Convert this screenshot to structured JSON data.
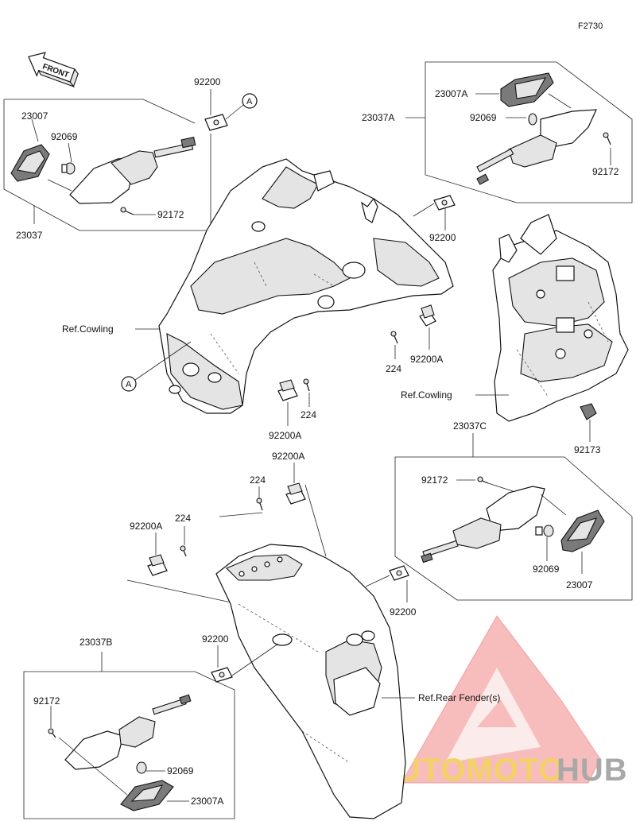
{
  "diagram": {
    "code": "F2730",
    "front_label": "FRONT",
    "callout_a": "A",
    "callouts": {
      "p23007": "23007",
      "p23007A_top": "23007A",
      "p23037": "23037",
      "p23037A": "23037A",
      "p23037B": "23037B",
      "p23037C": "23037C",
      "p23007_right": "23007",
      "p23007A_bottom": "23007A",
      "p92069_tl": "92069",
      "p92069_tr": "92069",
      "p92069_r": "92069",
      "p92069_bl": "92069",
      "p92172_tl": "92172",
      "p92172_tr": "92172",
      "p92172_r": "92172",
      "p92172_bl": "92172",
      "p92200_top": "92200",
      "p92200_tr": "92200",
      "p92200_mr": "92200",
      "p92200_bl": "92200",
      "p92200A_1": "92200A",
      "p92200A_2": "92200A",
      "p92200A_3": "92200A",
      "p92200A_4": "92200A",
      "p224_1": "224",
      "p224_2": "224",
      "p224_3": "224",
      "p224_4": "224",
      "p92173": "92173"
    },
    "refs": {
      "cowling_left": "Ref.Cowling",
      "cowling_right": "Ref.Cowling",
      "rear_fender": "Ref.Rear Fender(s)"
    }
  },
  "watermark": {
    "part1": "AUTOMOTO",
    "part2": "HUB",
    "color_primary": "#f4a7a7",
    "color_secondary": "#f2c94c",
    "color_tertiary": "#9a9a9a"
  }
}
